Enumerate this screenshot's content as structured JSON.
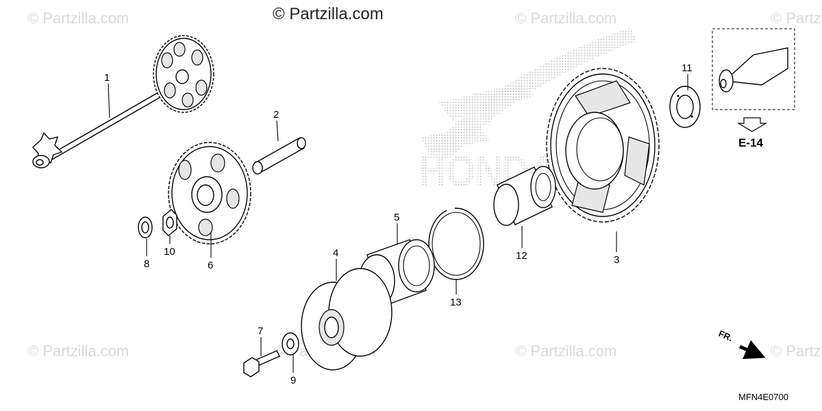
{
  "watermark": {
    "main": "© Partzilla.com",
    "faint": "© Partzilla.com",
    "faint_right": "© Partz",
    "faint_right_bottom": "© Partz"
  },
  "background_logo": {
    "text": "HONDA"
  },
  "callouts": [
    "1",
    "2",
    "3",
    "4",
    "5",
    "6",
    "7",
    "8",
    "9",
    "10",
    "11",
    "12",
    "13"
  ],
  "reference": {
    "label": "E-14"
  },
  "direction": {
    "label": "FR."
  },
  "diagram_code": "MFN4E0700",
  "colors": {
    "line": "#000000",
    "watermark": "#d9d9d9",
    "logo_dots": "#b0b0b0"
  }
}
